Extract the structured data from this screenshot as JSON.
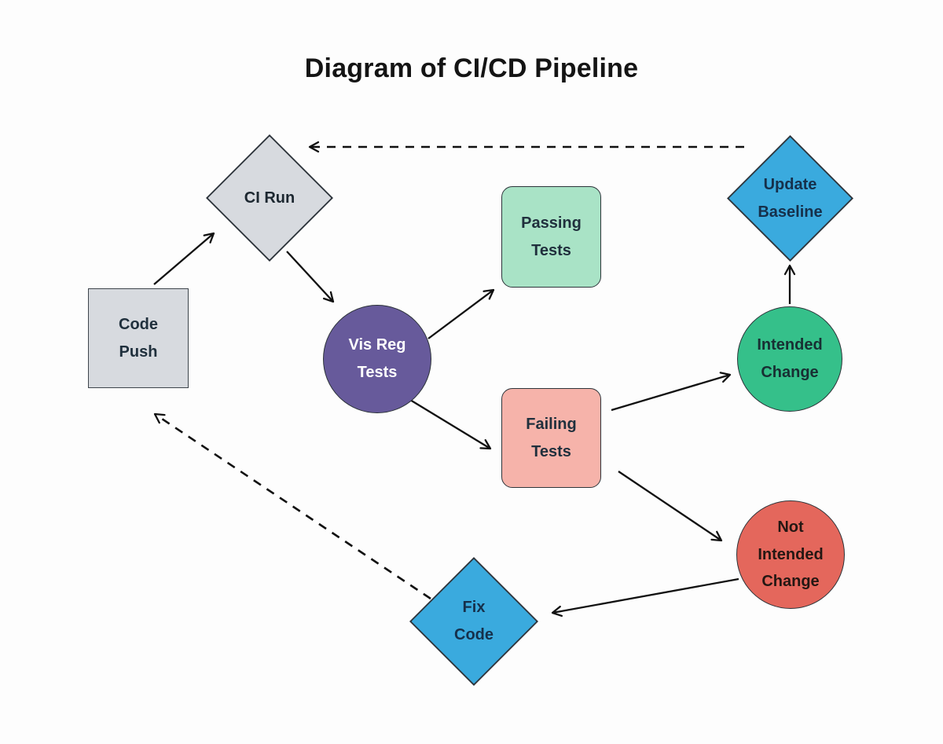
{
  "title": "Diagram of CI/CD Pipeline",
  "colors": {
    "node_gray": "#d7dadf",
    "node_purple": "#675a9b",
    "node_mint": "#a9e3c6",
    "node_salmon": "#f6b3aa",
    "node_blue": "#3aaade",
    "node_green": "#35c08a",
    "node_red": "#e4675c",
    "line": "#111111",
    "background": "#fdfdfd"
  },
  "nodes": {
    "code_push": {
      "label": "Code Push",
      "shape": "square",
      "lines": [
        "Code",
        "Push"
      ]
    },
    "ci_run": {
      "label": "CI Run",
      "shape": "diamond",
      "lines": [
        "CI Run"
      ]
    },
    "vis_reg_tests": {
      "label": "Vis Reg Tests",
      "shape": "circle",
      "lines": [
        "Vis Reg",
        "Tests"
      ]
    },
    "passing_tests": {
      "label": "Passing Tests",
      "shape": "rounded-rect",
      "lines": [
        "Passing",
        "Tests"
      ]
    },
    "failing_tests": {
      "label": "Failing Tests",
      "shape": "rounded-rect",
      "lines": [
        "Failing",
        "Tests"
      ]
    },
    "update_baseline": {
      "label": "Update Baseline",
      "shape": "diamond",
      "lines": [
        "Update",
        "Baseline"
      ]
    },
    "intended_change": {
      "label": "Intended Change",
      "shape": "circle",
      "lines": [
        "Intended",
        "Change"
      ]
    },
    "not_intended_change": {
      "label": "Not Intended Change",
      "shape": "circle",
      "lines": [
        "Not",
        "Intended",
        "Change"
      ]
    },
    "fix_code": {
      "label": "Fix Code",
      "shape": "diamond",
      "lines": [
        "Fix",
        "Code"
      ]
    }
  },
  "edges": [
    {
      "from": "Code Push",
      "to": "CI Run",
      "style": "solid"
    },
    {
      "from": "CI Run",
      "to": "Vis Reg Tests",
      "style": "solid"
    },
    {
      "from": "Vis Reg Tests",
      "to": "Passing Tests",
      "style": "solid"
    },
    {
      "from": "Vis Reg Tests",
      "to": "Failing Tests",
      "style": "solid"
    },
    {
      "from": "Failing Tests",
      "to": "Intended Change",
      "style": "solid"
    },
    {
      "from": "Failing Tests",
      "to": "Not Intended Change",
      "style": "solid"
    },
    {
      "from": "Intended Change",
      "to": "Update Baseline",
      "style": "solid"
    },
    {
      "from": "Not Intended Change",
      "to": "Fix Code",
      "style": "solid"
    },
    {
      "from": "Update Baseline",
      "to": "CI Run",
      "style": "dashed"
    },
    {
      "from": "Fix Code",
      "to": "Code Push",
      "style": "dashed"
    }
  ]
}
